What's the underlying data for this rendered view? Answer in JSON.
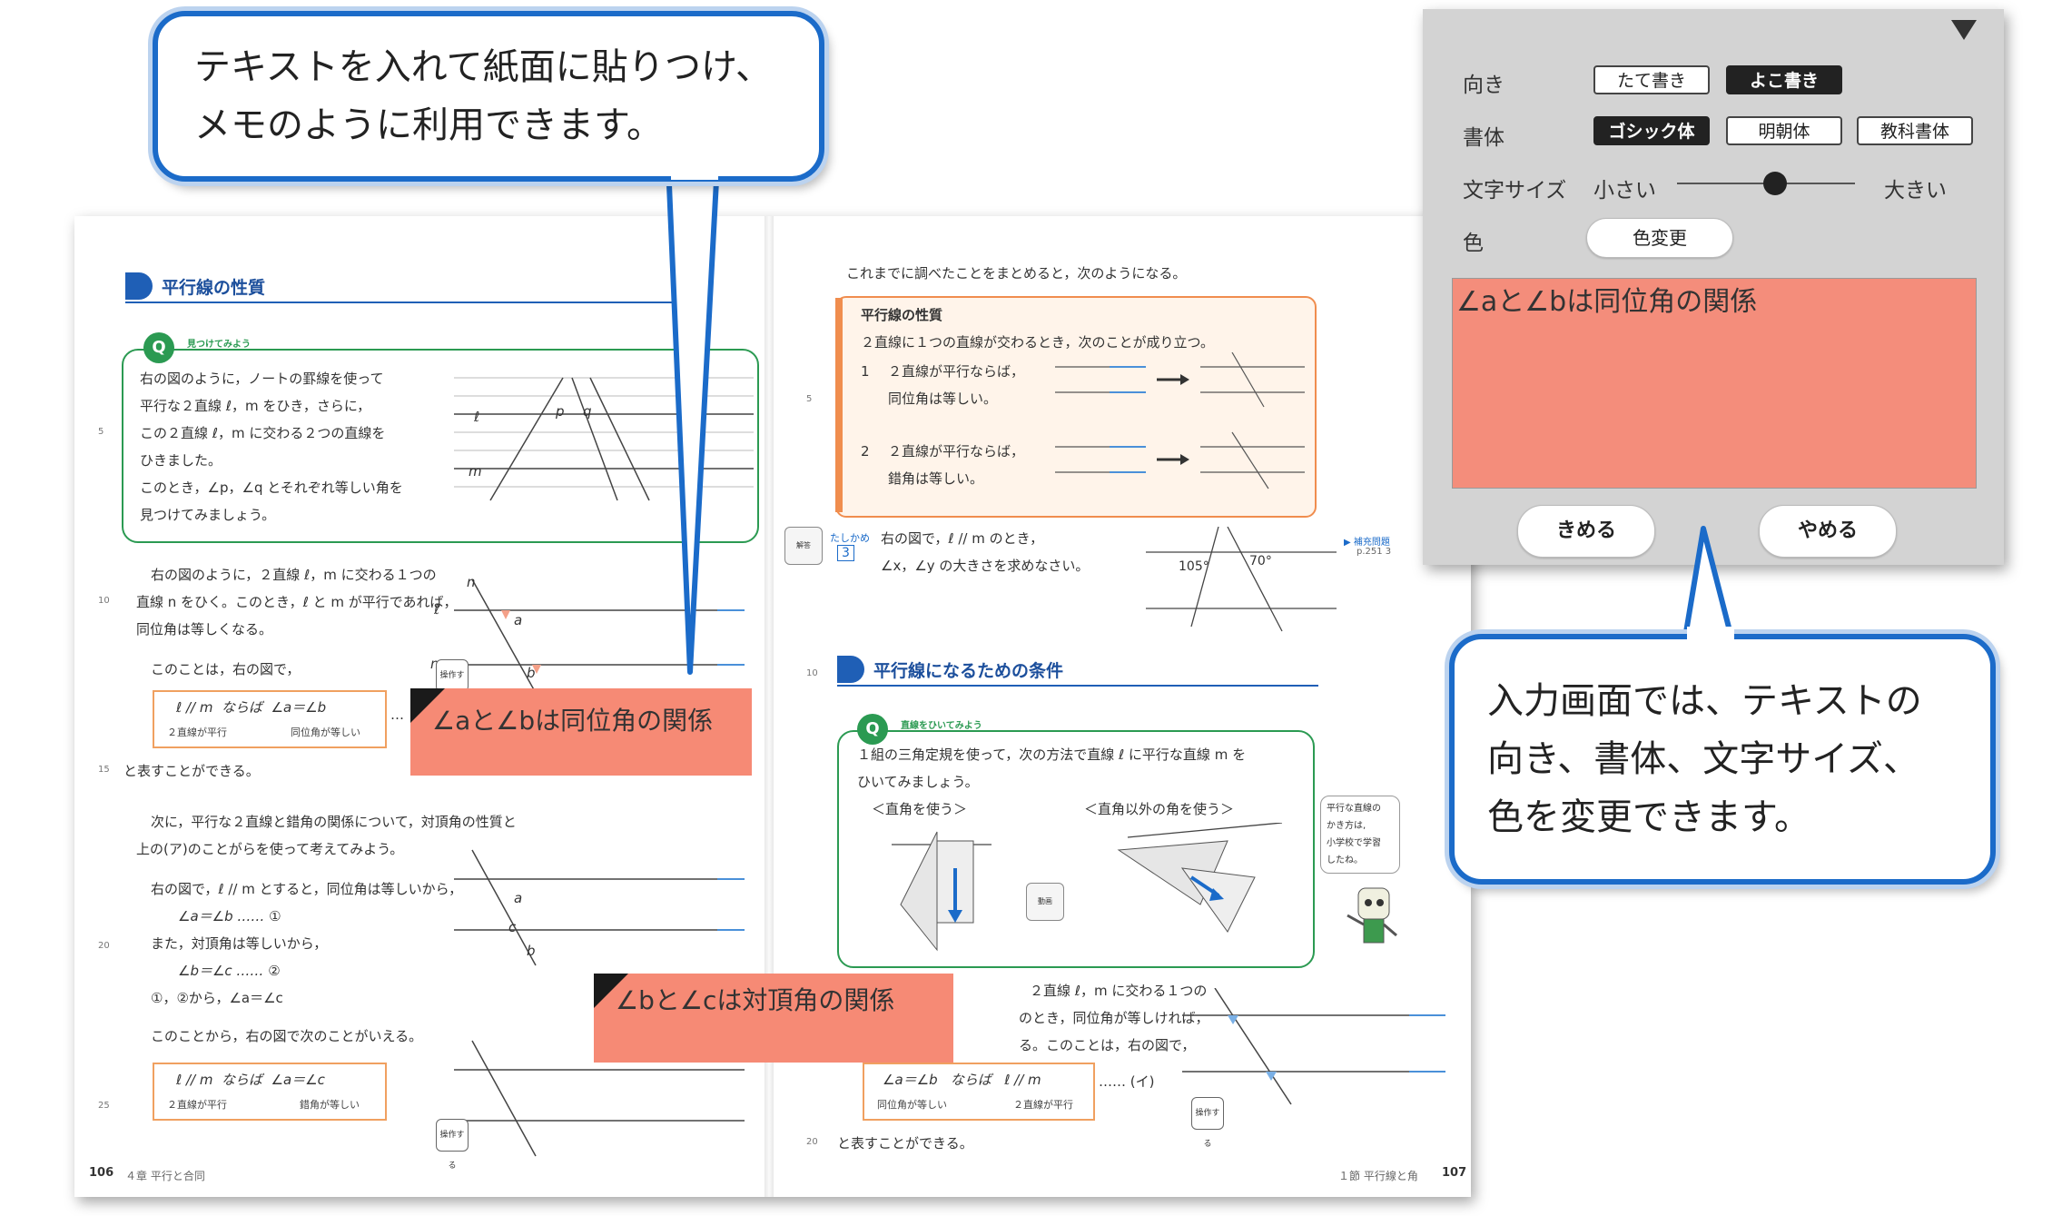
{
  "callouts": {
    "top": [
      "テキストを入れて紙面に貼りつけ、",
      "メモのように利用できます。"
    ],
    "right": [
      "入力画面では、テキストの",
      "向き、書体、文字サイズ、",
      "色を変更できます。"
    ]
  },
  "panel": {
    "collapse_icon": "triangle-down-icon",
    "orientation_label": "向き",
    "orientation_options": [
      "たて書き",
      "よこ書き"
    ],
    "orientation_selected": "よこ書き",
    "font_label": "書体",
    "font_options": [
      "ゴシック体",
      "明朝体",
      "教科書体"
    ],
    "font_selected": "ゴシック体",
    "size_label": "文字サイズ",
    "size_min": "小さい",
    "size_max": "大きい",
    "size_value": 0.55,
    "color_label": "色",
    "color_button": "色変更",
    "text_value": "∠aと∠bは同位角の関係",
    "text_bg": "#f48d7b",
    "confirm_button": "きめる",
    "cancel_button": "やめる"
  },
  "sticky_notes": [
    {
      "text": "∠aと∠bは同位角の関係",
      "color": "#f68a75"
    },
    {
      "text": "∠bと∠cは対頂角の関係",
      "color": "#f68a75"
    }
  ],
  "left_page": {
    "section_title": "平行線の性質",
    "find_label": "見つけてみよう",
    "find_lines": [
      "右の図のように，ノートの罫線を使って",
      "平行な２直線 ℓ，m をひき，さらに，",
      "この２直線 ℓ，m に交わる２つの直線を",
      "ひきました。",
      "このとき，∠p，∠q とそれぞれ等しい角を",
      "見つけてみましょう。"
    ],
    "para1": [
      "右の図のように，２直線 ℓ，m に交わる１つの",
      "直線 n をひく。このとき，ℓ と m が平行であれば，",
      "同位角は等しくなる。"
    ],
    "para1b": "このことは，右の図で，",
    "rule1": {
      "main": "ℓ // m  ならば  ∠a＝∠b",
      "sub_left": "２直線が平行",
      "sub_right": "同位角が等しい",
      "suffix": "…"
    },
    "para1c": "と表すことができる。",
    "para2": [
      "次に，平行な２直線と錯角の関係について，対頂角の性質と",
      "上の(ア)のことがらを使って考えてみよう。"
    ],
    "para3": [
      "右の図で，ℓ // m とすると，同位角は等しいから，",
      "∠a＝∠b …… ①",
      "また，対頂角は等しいから，",
      "∠b＝∠c …… ②",
      "①，②から，∠a＝∠c"
    ],
    "para4": "このことから，右の図で次のことがいえる。",
    "rule2": {
      "main": "ℓ // m  ならば  ∠a＝∠c",
      "sub_left": "２直線が平行",
      "sub_right": "錯角が等しい"
    },
    "line_numbers": [
      "5",
      "10",
      "15",
      "20",
      "25"
    ],
    "operate_label": "操作する",
    "footer_num": "106",
    "footer_text": "４章  平行と合同",
    "fig_labels": {
      "l": "ℓ",
      "m": "m",
      "n": "n",
      "p": "p",
      "q": "q",
      "a": "a",
      "b": "b",
      "c": "c"
    }
  },
  "right_page": {
    "intro": "これまでに調べたことをまとめると，次のようになる。",
    "summary_title": "平行線の性質",
    "summary_lead": "２直線に１つの直線が交わるとき，次のことが成り立つ。",
    "summary_items": [
      {
        "num": "1",
        "lines": [
          "２直線が平行ならば，",
          "同位角は等しい。"
        ]
      },
      {
        "num": "2",
        "lines": [
          "２直線が平行ならば，",
          "錯角は等しい。"
        ]
      }
    ],
    "check_label": "たしかめ",
    "check_num": "3",
    "check_icon_label": "解答",
    "check_lines": [
      "右の図で，ℓ // m のとき，",
      "∠x，∠y の大きさを求めなさい。"
    ],
    "angle1": "105°",
    "angle2": "70°",
    "supp": "補充問題",
    "supp_ref": "p.251  3",
    "section2_title": "平行線になるための条件",
    "draw_label": "直線をひいてみよう",
    "draw_lines": [
      "１組の三角定規を使って，次の方法で直線 ℓ に平行な直線 m を",
      "ひいてみましょう。"
    ],
    "method1": "＜直角を使う＞",
    "method2": "＜直角以外の角を使う＞",
    "video_label": "動画",
    "speech": [
      "平行な直線の",
      "かき方は,",
      "小学校で学習",
      "したね。"
    ],
    "para_a": "２直線 ℓ，m に交わる１つの",
    "para_b": "のとき，同位角が等しければ，",
    "para_c": "る。このことは，右の図で，",
    "rule3": {
      "main": "∠a＝∠b   ならば   ℓ // m",
      "sub_left": "同位角が等しい",
      "sub_right": "２直線が平行",
      "suffix": "…… (イ)"
    },
    "para_end": "と表すことができる。",
    "line_numbers": [
      "5",
      "10",
      "20"
    ],
    "operate_label": "操作する",
    "footer_text": "１節  平行線と角",
    "footer_num": "107"
  }
}
